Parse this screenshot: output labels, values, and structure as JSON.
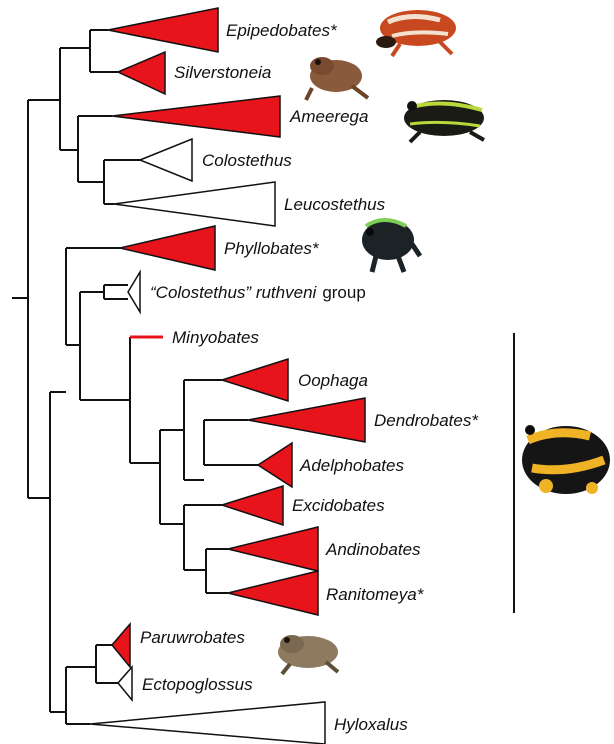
{
  "colors": {
    "highlight": "#e8141b",
    "line": "#111111",
    "plain": "#ffffff"
  },
  "clades": [
    {
      "id": "epipedobates",
      "label": "Epipedobates*",
      "highlighted": true,
      "has_photo": true
    },
    {
      "id": "silverstoneia",
      "label": "Silverstoneia",
      "highlighted": true,
      "has_photo": true
    },
    {
      "id": "ameerega",
      "label": "Ameerega",
      "highlighted": true,
      "has_photo": true
    },
    {
      "id": "colostethus",
      "label": "Colostethus",
      "highlighted": false
    },
    {
      "id": "leucostethus",
      "label": "Leucostethus",
      "highlighted": false
    },
    {
      "id": "phyllobates",
      "label": "Phyllobates*",
      "highlighted": true,
      "has_photo": true
    },
    {
      "id": "ruthveni",
      "label_quoted": "“Colostethus” ruthveni",
      "label_suffix": "group",
      "highlighted": false
    },
    {
      "id": "minyobates",
      "label": "Minyobates",
      "highlighted": true,
      "single_branch": true
    },
    {
      "id": "oophaga",
      "label": "Oophaga",
      "highlighted": true
    },
    {
      "id": "dendrobates",
      "label": "Dendrobates*",
      "highlighted": true,
      "has_photo": true
    },
    {
      "id": "adelphobates",
      "label": "Adelphobates",
      "highlighted": true
    },
    {
      "id": "excidobates",
      "label": "Excidobates",
      "highlighted": true
    },
    {
      "id": "andinobates",
      "label": "Andinobates",
      "highlighted": true
    },
    {
      "id": "ranitomeya",
      "label": "Ranitomeya*",
      "highlighted": true
    },
    {
      "id": "paruwrobates",
      "label": "Paruwrobates",
      "highlighted": true,
      "has_photo": true
    },
    {
      "id": "ectopoglossus",
      "label": "Ectopoglossus",
      "highlighted": false
    },
    {
      "id": "hyloxalus",
      "label": "Hyloxalus",
      "highlighted": false
    }
  ],
  "photos": [
    {
      "id": "epipedobates-photo",
      "pattern": "red frog with white stripes"
    },
    {
      "id": "silverstoneia-photo",
      "pattern": "brown frog"
    },
    {
      "id": "ameerega-photo",
      "pattern": "black frog with green stripes"
    },
    {
      "id": "phyllobates-photo",
      "pattern": "dark frog with green stripe"
    },
    {
      "id": "dendrobates-photo",
      "pattern": "black and yellow banded frog"
    },
    {
      "id": "paruwrobates-photo",
      "pattern": "brown frog"
    }
  ]
}
